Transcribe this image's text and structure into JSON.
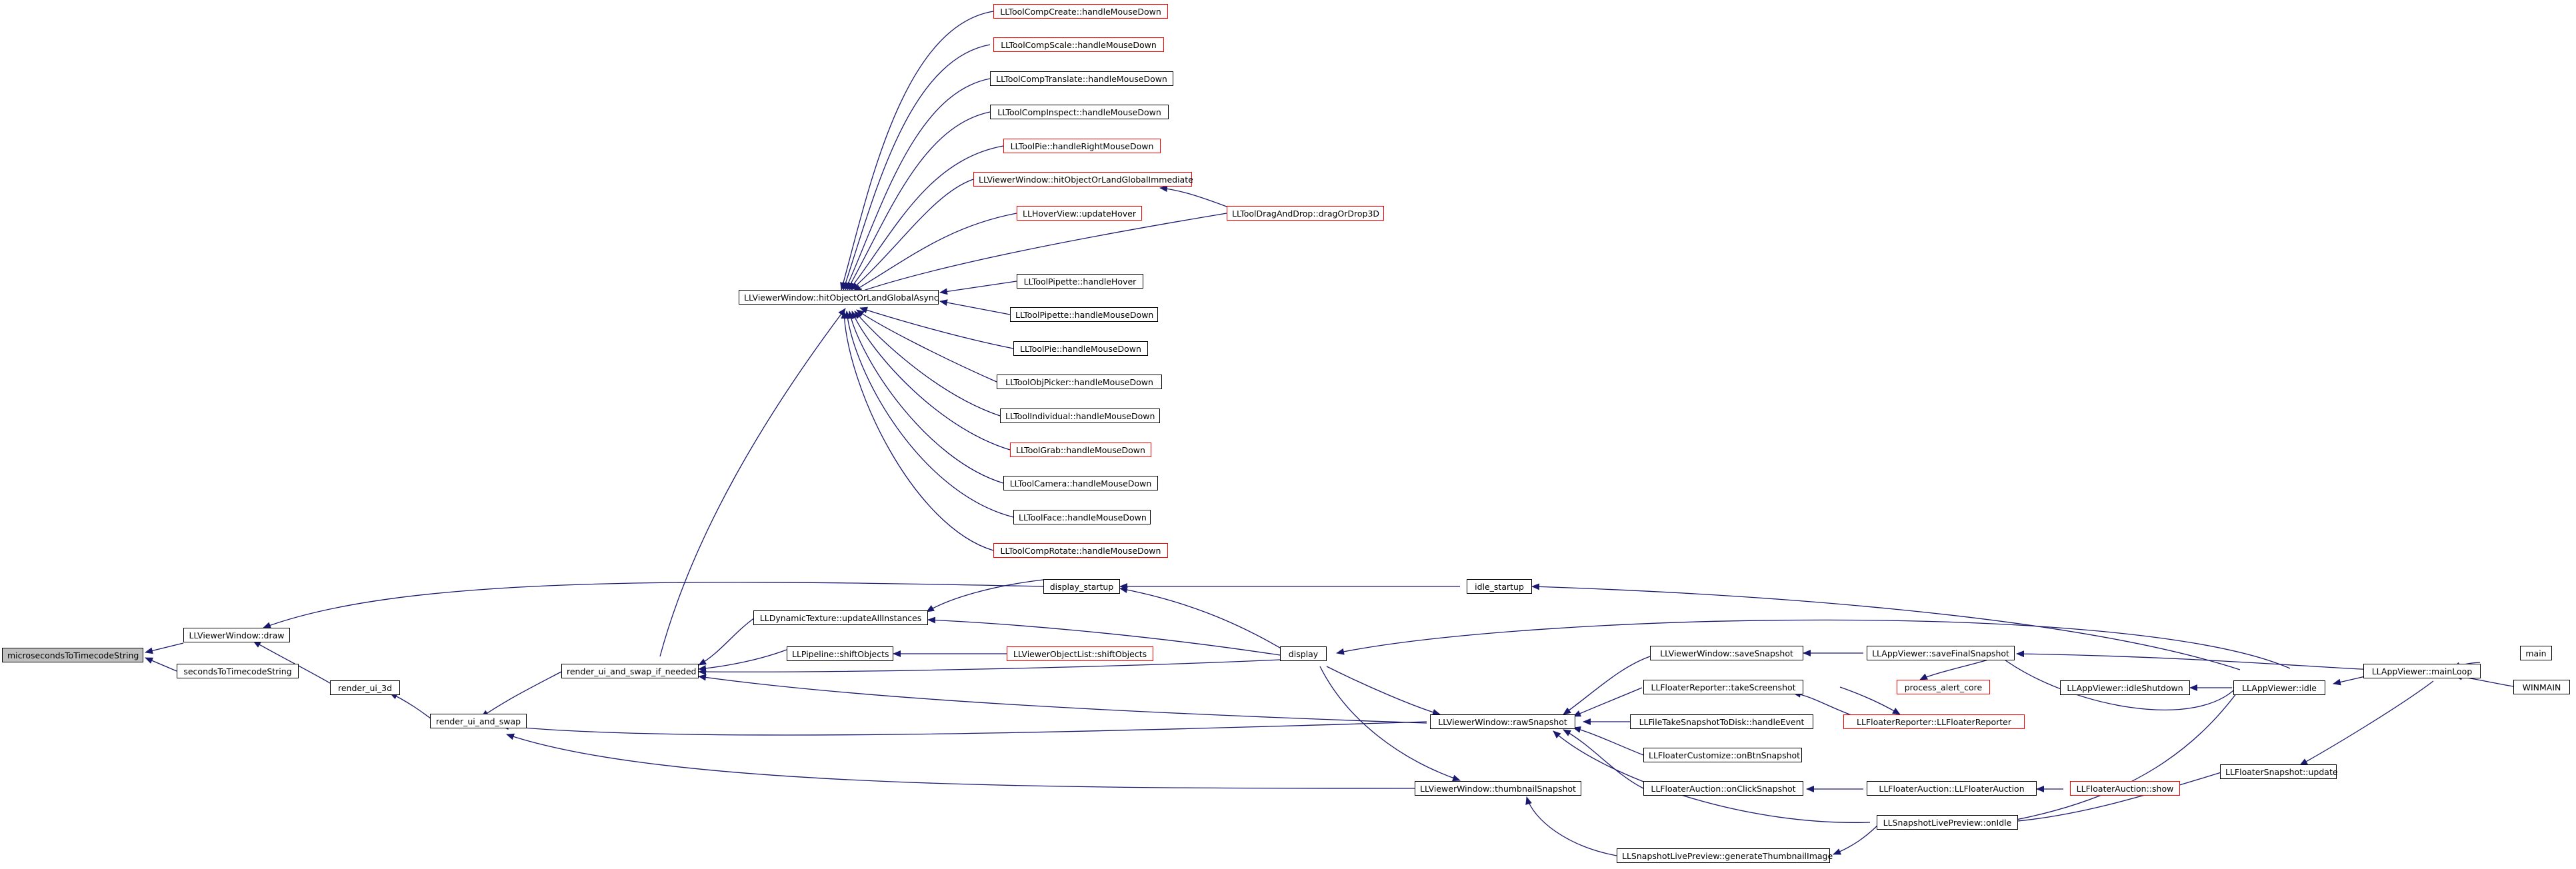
{
  "graph": {
    "nodes": {
      "root": "microsecondsToTimecodeString",
      "draw": "LLViewerWindow::draw",
      "secs": "secondsToTimecodeString",
      "r3d": "render_ui_3d",
      "rswap": "render_ui_and_swap",
      "rswapif": "render_ui_and_swap_if_needed",
      "hitasync": "LLViewerWindow::hitObjectOrLandGlobalAsync",
      "t01": "LLToolCompCreate::handleMouseDown",
      "t02": "LLToolCompScale::handleMouseDown",
      "t03": "LLToolCompTranslate::handleMouseDown",
      "t04": "LLToolCompInspect::handleMouseDown",
      "t05": "LLToolPie::handleRightMouseDown",
      "t06": "LLViewerWindow::hitObjectOrLandGlobalImmediate",
      "t07": "LLHoverView::updateHover",
      "dragdrop": "LLToolDragAndDrop::dragOrDrop3D",
      "t08": "LLToolPipette::handleHover",
      "t09": "LLToolPipette::handleMouseDown",
      "t10": "LLToolPie::handleMouseDown",
      "t11": "LLToolObjPicker::handleMouseDown",
      "t12": "LLToolIndividual::handleMouseDown",
      "t13": "LLToolGrab::handleMouseDown",
      "t14": "LLToolCamera::handleMouseDown",
      "t15": "LLToolFace::handleMouseDown",
      "t16": "LLToolCompRotate::handleMouseDown",
      "dispstart": "display_startup",
      "dyntex": "LLDynamicTexture::updateAllInstances",
      "pipeline": "LLPipeline::shiftObjects",
      "objlist": "LLViewerObjectList::shiftObjects",
      "display": "display",
      "idlestart": "idle_startup",
      "rawsnap": "LLViewerWindow::rawSnapshot",
      "thumb": "LLViewerWindow::thumbnailSnapshot",
      "savesnap": "LLViewerWindow::saveSnapshot",
      "takeshot": "LLFloaterReporter::takeScreenshot",
      "filetake": "LLFileTakeSnapshotToDisk::handleEvent",
      "custom": "LLFloaterCustomize::onBtnSnapshot",
      "auctionclick": "LLFloaterAuction::onClickSnapshot",
      "genthumb": "LLSnapshotLivePreview::generateThumbnailImage",
      "savefinal": "LLAppViewer::saveFinalSnapshot",
      "alert": "process_alert_core",
      "reporterctor": "LLFloaterReporter::LLFloaterReporter",
      "auctionctor": "LLFloaterAuction::LLFloaterAuction",
      "onidle": "LLSnapshotLivePreview::onIdle",
      "idleshut": "LLAppViewer::idleShutdown",
      "idle": "LLAppViewer::idle",
      "auctionshow": "LLFloaterAuction::show",
      "snapupdate": "LLFloaterSnapshot::update",
      "mainloop": "LLAppViewer::mainLoop",
      "main": "main",
      "winmain": "WINMAIN"
    }
  }
}
